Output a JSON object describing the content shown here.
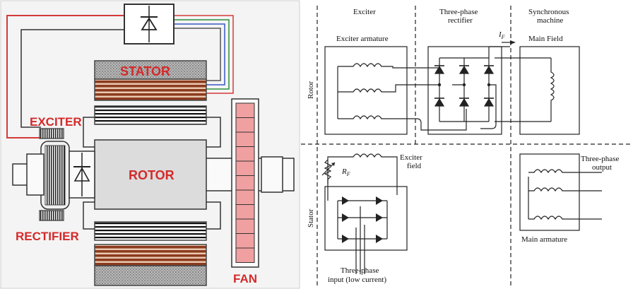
{
  "left_diagram": {
    "labels": {
      "stator": "STATOR",
      "exciter": "EXCITER",
      "rotor": "ROTOR",
      "rectifier": "RECTIFIER",
      "fan": "FAN"
    }
  },
  "right_diagram": {
    "column_headers": {
      "exciter": "Exciter",
      "rectifier_line1": "Three-phase",
      "rectifier_line2": "rectifier",
      "machine_line1": "Synchronous",
      "machine_line2": "machine"
    },
    "row_labels": {
      "rotor": "Rotor",
      "stator": "Stator"
    },
    "boxes": {
      "exciter_armature": "Exciter armature",
      "main_field": "Main Field",
      "main_armature": "Main armature"
    },
    "field_current": {
      "symbol": "I",
      "subscript": "F"
    },
    "resistor": {
      "symbol": "R",
      "subscript": "F"
    },
    "exciter_field_line1": "Exciter",
    "exciter_field_line2": "field",
    "output_line1": "Three-phase",
    "output_line2": "output",
    "input_line1": "Three-phase",
    "input_line2": "input (low current)"
  },
  "colors": {
    "label_red": "#d42a2a",
    "fan_pink": "#f0a0a0",
    "rotor_gray": "#dcdcdc",
    "winding_brown": "#8b3a1e"
  }
}
